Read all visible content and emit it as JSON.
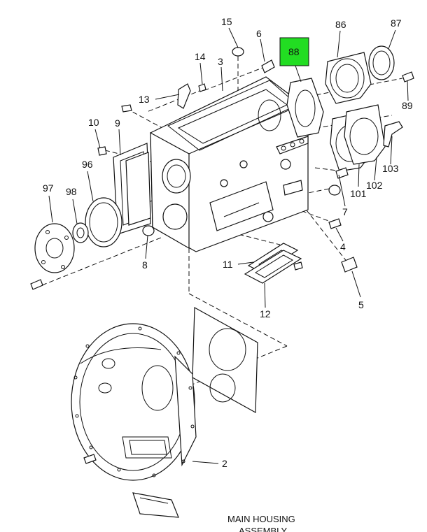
{
  "callouts": {
    "c15": "15",
    "c6": "6",
    "c88": "88",
    "c86": "86",
    "c87": "87",
    "c14": "14",
    "c3": "3",
    "c13": "13",
    "c89": "89",
    "c10": "10",
    "c9": "9",
    "c96": "96",
    "c97": "97",
    "c98": "98",
    "c8": "8",
    "c7": "7",
    "c101": "101",
    "c102": "102",
    "c103": "103",
    "c4": "4",
    "c11": "11",
    "c12": "12",
    "c5": "5",
    "c2": "2"
  },
  "highlight": {
    "part": "88",
    "color": "#22dd22"
  },
  "caption": {
    "line1": "MAIN HOUSING",
    "line2": "ASSEMBLY"
  }
}
